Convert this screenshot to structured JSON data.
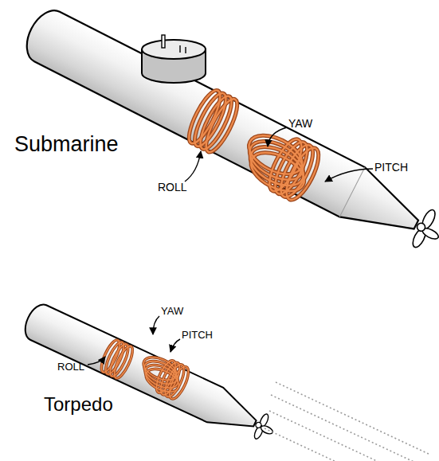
{
  "diagram": {
    "labels": [
      "Submarine",
      "ROLL",
      "YAW",
      "PITCH",
      "Torpedo",
      "ROLL",
      "YAW",
      "PITCH"
    ]
  }
}
